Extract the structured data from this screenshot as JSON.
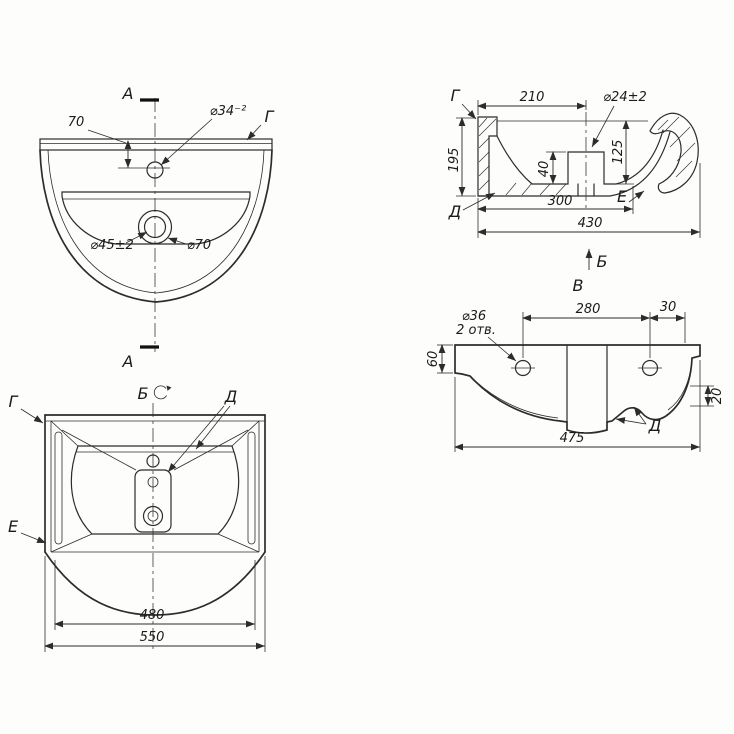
{
  "colors": {
    "line": "#2c2c2c",
    "background": "#fdfdfc",
    "text": "#1b1b1b"
  },
  "views": {
    "top_view": {
      "section_label_top": "А",
      "section_label_bottom": "А",
      "dim_rim_to_hole": "70",
      "dim_faucet_hole": "⌀34⁻²",
      "surface_label_g": "Г",
      "dim_drain_inner": "⌀45±2",
      "dim_drain_outer": "⌀70"
    },
    "section_view": {
      "surface_label_g": "Г",
      "dim_back_to_drain": "210",
      "dim_drain_hole": "⌀24±2",
      "dim_back_height": "195",
      "dim_basin_depth": "40",
      "dim_front_height": "125",
      "surface_label_d": "Д",
      "dim_depth_300": "300",
      "surface_label_e": "Е",
      "dim_total_depth": "430",
      "view_direction_label": "Б",
      "view_title_below": "В"
    },
    "front_view": {
      "dim_hole_dia": "⌀36",
      "dim_hole_count": "2 отв.",
      "dim_hole_spacing": "280",
      "dim_hole_offset": "30",
      "dim_left_height": "60",
      "dim_right_step": "20",
      "dim_total_width": "475",
      "surface_label_d": "Д"
    },
    "bottom_view": {
      "view_title": "Б",
      "surface_label_g": "Г",
      "surface_label_d": "Д",
      "surface_label_e": "Е",
      "dim_inner_width": "480",
      "dim_total_width": "550"
    }
  }
}
